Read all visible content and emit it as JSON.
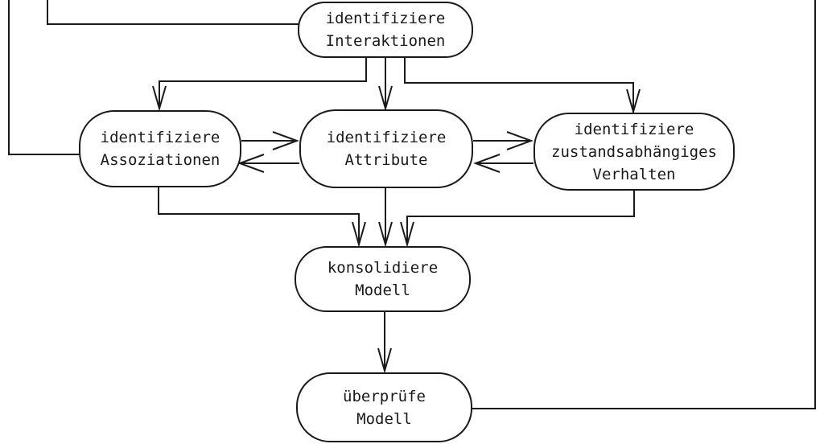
{
  "diagram": {
    "background_color": "#ffffff",
    "line_color": "#1a1a1a",
    "nodes": {
      "interaktionen": {
        "lines": [
          "identifiziere",
          "Interaktionen"
        ]
      },
      "assoziationen": {
        "lines": [
          "identifiziere",
          "Assoziationen"
        ]
      },
      "attribute": {
        "lines": [
          "identifiziere",
          "Attribute"
        ]
      },
      "verhalten": {
        "lines": [
          "identifiziere",
          "zustandsabhängiges",
          "Verhalten"
        ]
      },
      "konsolidiere": {
        "lines": [
          "konsolidiere",
          "Modell"
        ]
      },
      "ueberpruefe": {
        "lines": [
          "überprüfe",
          "Modell"
        ]
      }
    },
    "edges": [
      {
        "from": "identifiziere Interaktionen",
        "to": "identifiziere Assoziationen",
        "arrowhead": true
      },
      {
        "from": "identifiziere Interaktionen",
        "to": "identifiziere Attribute",
        "arrowhead": true
      },
      {
        "from": "identifiziere Interaktionen",
        "to": "identifiziere zustandsabhängiges Verhalten",
        "arrowhead": true
      },
      {
        "from": "identifiziere Assoziationen",
        "to": "identifiziere Attribute",
        "arrowhead": true
      },
      {
        "from": "identifiziere Attribute",
        "to": "identifiziere Assoziationen",
        "arrowhead": true
      },
      {
        "from": "identifiziere Attribute",
        "to": "identifiziere zustandsabhängiges Verhalten",
        "arrowhead": true
      },
      {
        "from": "identifiziere zustandsabhängiges Verhalten",
        "to": "identifiziere Attribute",
        "arrowhead": true
      },
      {
        "from": "identifiziere Assoziationen",
        "to": "konsolidiere Modell",
        "arrowhead": true
      },
      {
        "from": "identifiziere Attribute",
        "to": "konsolidiere Modell",
        "arrowhead": true
      },
      {
        "from": "identifiziere zustandsabhängiges Verhalten",
        "to": "konsolidiere Modell",
        "arrowhead": true
      },
      {
        "from": "konsolidiere Modell",
        "to": "überprüfe Modell",
        "arrowhead": true
      },
      {
        "from": "überprüfe Modell",
        "to": "edge-cut-off-at-top-right",
        "arrowhead": false
      },
      {
        "from": "edge-cut-off-at-top-left",
        "to": "identifiziere Interaktionen",
        "arrowhead": false
      },
      {
        "from": "edge-cut-off-at-top-left",
        "to": "identifiziere Assoziationen",
        "arrowhead": false
      }
    ]
  }
}
